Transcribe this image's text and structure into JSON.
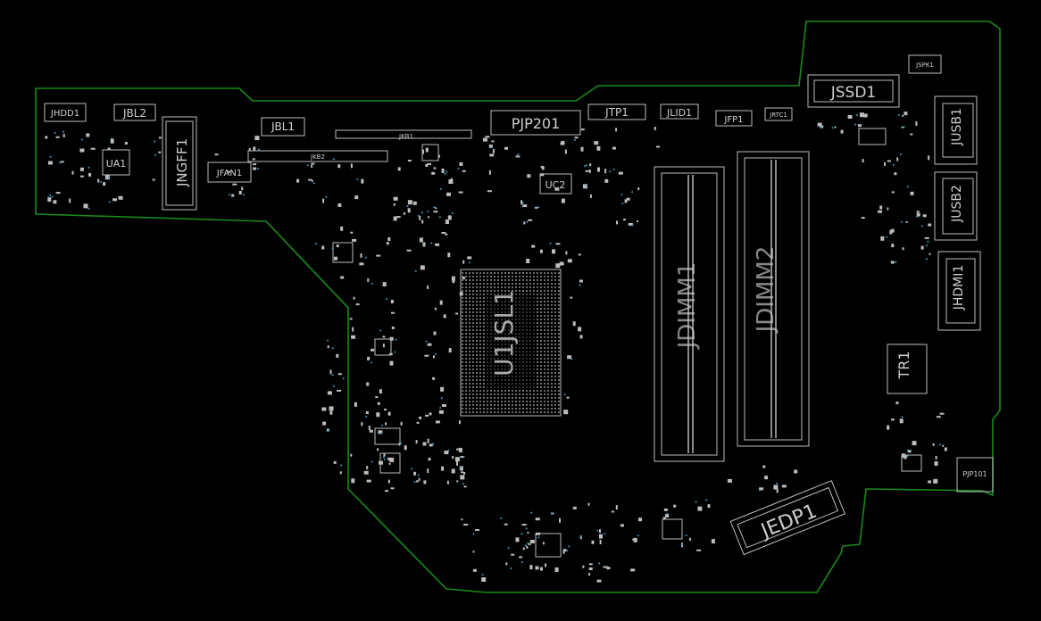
{
  "board": {
    "outline_color": "#1a8a1a",
    "component_color": "#bdbdbd",
    "via_color": "#3aa0c8",
    "background": "#000000"
  },
  "labels": {
    "jhdd1": "JHDD1",
    "jbl2": "JBL2",
    "ua1": "UA1",
    "jngff1": "JNGFF1",
    "jfan1": "JFAN1",
    "jbl1": "JBL1",
    "jkb1": "JKB1",
    "jkb2": "JKB2",
    "pjp201": "PJP201",
    "uc2": "UC2",
    "jtp1": "JTP1",
    "jlid1": "JLID1",
    "jfp1": "JFP1",
    "jrtc1": "JRTC1",
    "jssd1": "JSSD1",
    "jspk1": "JSPK1",
    "jusb1": "JUSB1",
    "jusb2": "JUSB2",
    "jhdmi1": "JHDMI1",
    "tr1": "TR1",
    "pjp101": "PJP101",
    "jdimm1": "JDIMM1",
    "jdimm2": "JDIMM2",
    "u1jsl1": "U1JSL1",
    "jedp1": "JEDP1"
  }
}
